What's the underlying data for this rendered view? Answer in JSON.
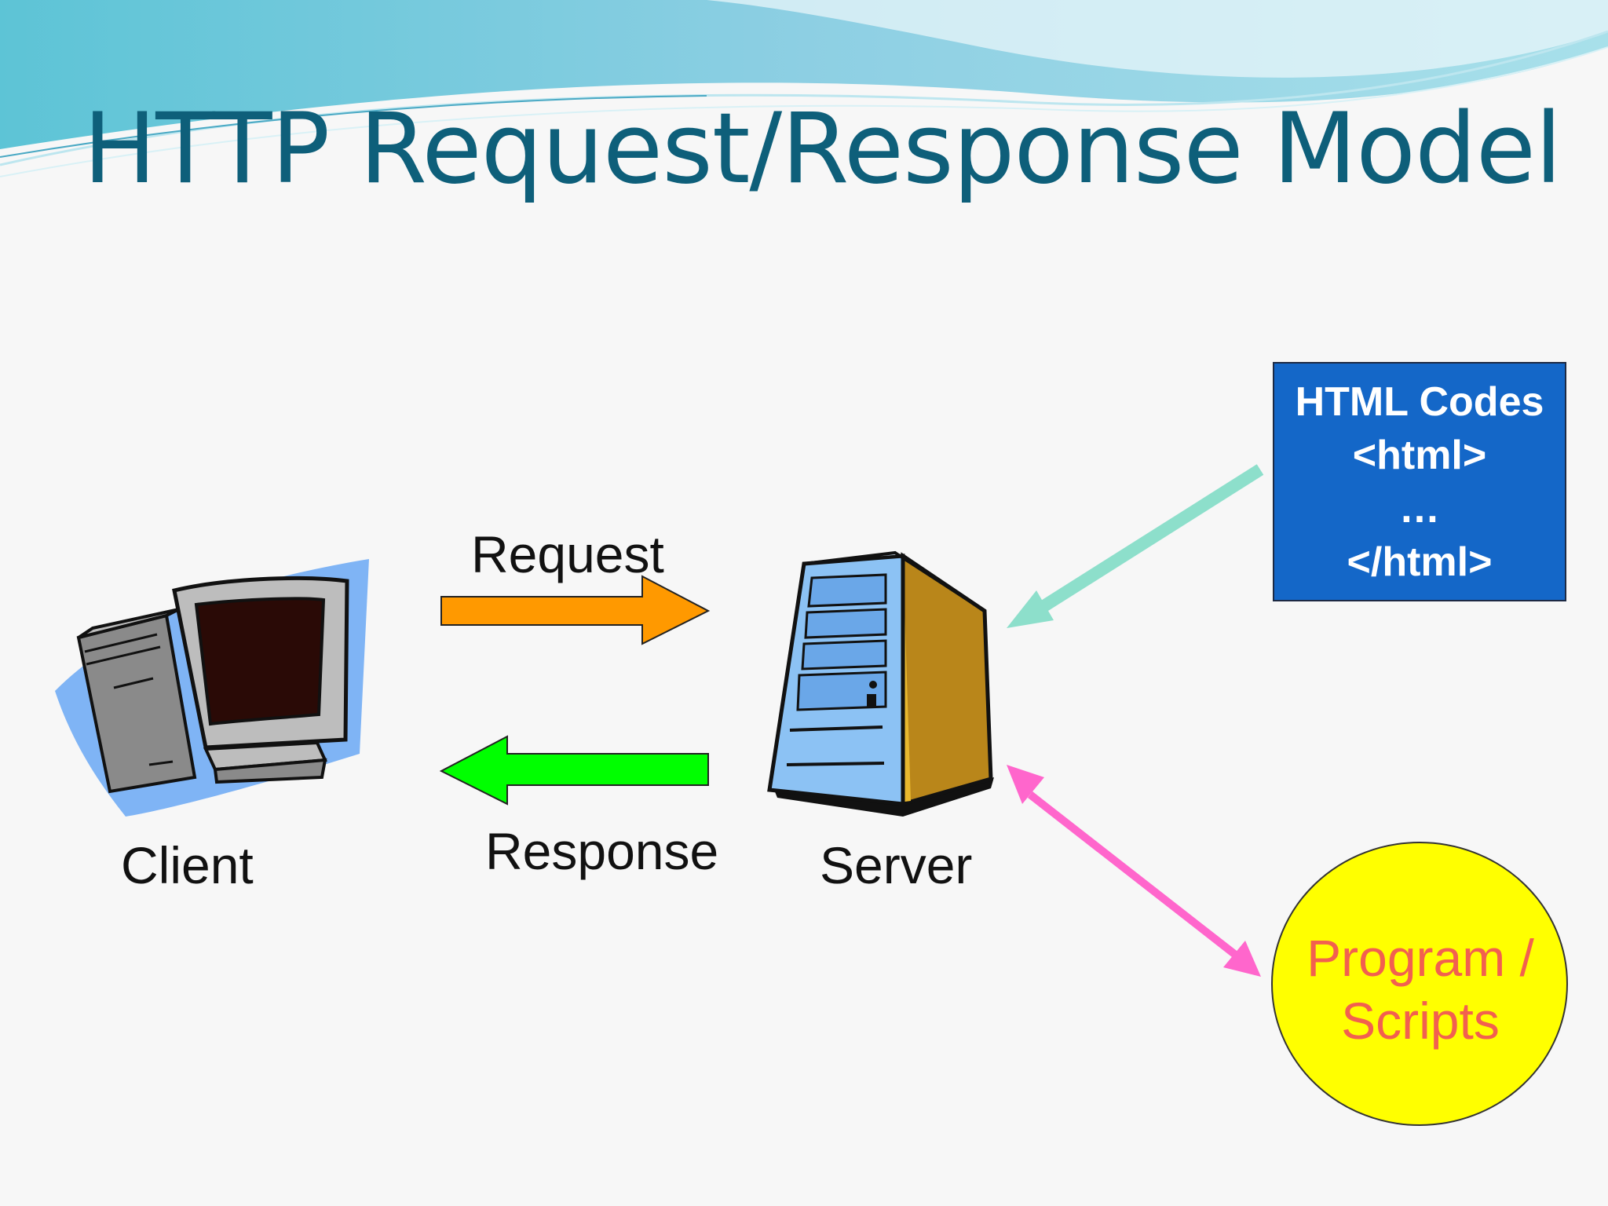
{
  "slide": {
    "title": "HTTP Request/Response Model"
  },
  "diagram": {
    "nodes": {
      "client": {
        "label": "Client",
        "icon": "desktop-computer-icon"
      },
      "server": {
        "label": "Server",
        "icon": "server-tower-icon"
      },
      "html_codes": {
        "lines": [
          "HTML Codes",
          "<html>",
          "…",
          "</html>"
        ],
        "fill": "#1467c8"
      },
      "program_scripts": {
        "lines": [
          "Program /",
          "Scripts"
        ],
        "fill": "#ffff00",
        "text_color": "#f2604f"
      }
    },
    "edges": {
      "request": {
        "label": "Request",
        "from": "client",
        "to": "server",
        "color": "#ff9900"
      },
      "response": {
        "label": "Response",
        "from": "server",
        "to": "client",
        "color": "#00ff00"
      },
      "html_to_server": {
        "from": "html_codes",
        "to": "server",
        "color": "#8ddfcb"
      },
      "server_scripts": {
        "from": "server",
        "to": "program_scripts",
        "bidirectional": true,
        "color": "#ff66cc"
      }
    }
  },
  "colors": {
    "title": "#0e5f7a",
    "header_wave": "#7ec8dc",
    "background": "#f7f7f7"
  }
}
